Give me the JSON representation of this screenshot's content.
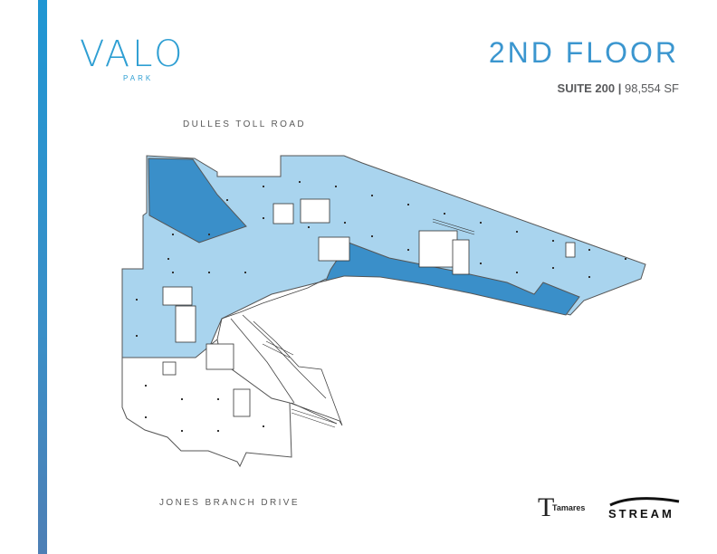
{
  "brand": {
    "logo_main": "VALO",
    "logo_sub": "PARK",
    "primary_color": "#3b96cf",
    "sidebar_color": "#2a8fcf"
  },
  "header": {
    "floor_title": "2ND FLOOR",
    "suite_label": "SUITE 200 |",
    "suite_area": "98,554 SF"
  },
  "plan": {
    "road_north": "DULLES TOLL ROAD",
    "road_south": "JONES BRANCH DRIVE",
    "colors": {
      "available_fill": "#a9d4ee",
      "atrium_fill": "#3a8fc9",
      "outline": "#555555"
    }
  },
  "partners": {
    "tamares_name": "Tamares",
    "stream_name": "STREAM"
  }
}
